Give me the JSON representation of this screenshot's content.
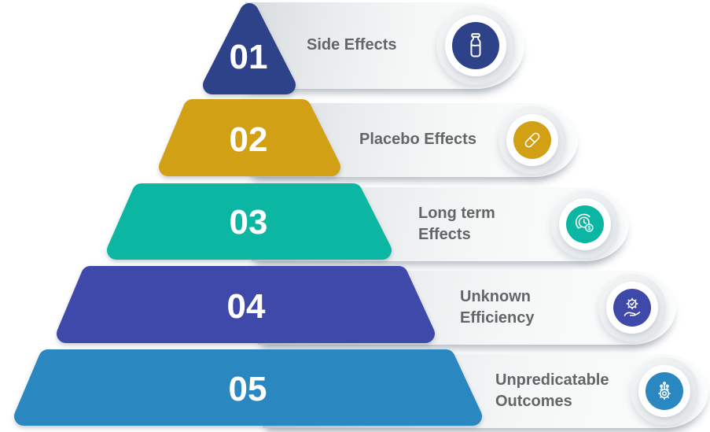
{
  "figure": {
    "type": "pyramid-infographic",
    "levels": 5,
    "label_text_color": "#636669",
    "number_text_color": "#ffffff",
    "bar_gradient": [
      "#d7dbde",
      "#fbfcfc"
    ]
  },
  "rows": [
    {
      "number": "01",
      "label": "Side Effects",
      "label_lines": [
        "Side Effects"
      ],
      "color": "#2e4289",
      "icon": "medicine-bottle-icon"
    },
    {
      "number": "02",
      "label": "Placebo Effects",
      "label_lines": [
        "Placebo Effects"
      ],
      "color": "#d2a014",
      "icon": "capsule-icon"
    },
    {
      "number": "03",
      "label": "Long term Effects",
      "label_lines": [
        "Long term",
        "Effects"
      ],
      "color": "#0bb7a3",
      "icon": "clock-dollar-icon"
    },
    {
      "number": "04",
      "label": "Unknown Efficiency",
      "label_lines": [
        "Unknown",
        "Efficiency"
      ],
      "color": "#3e49a9",
      "icon": "hand-gear-icon"
    },
    {
      "number": "05",
      "label": "Unpredicatable Outcomes",
      "label_lines": [
        "Unpredicatable",
        "Outcomes"
      ],
      "color": "#2a87c0",
      "icon": "gear-circuit-icon"
    }
  ]
}
